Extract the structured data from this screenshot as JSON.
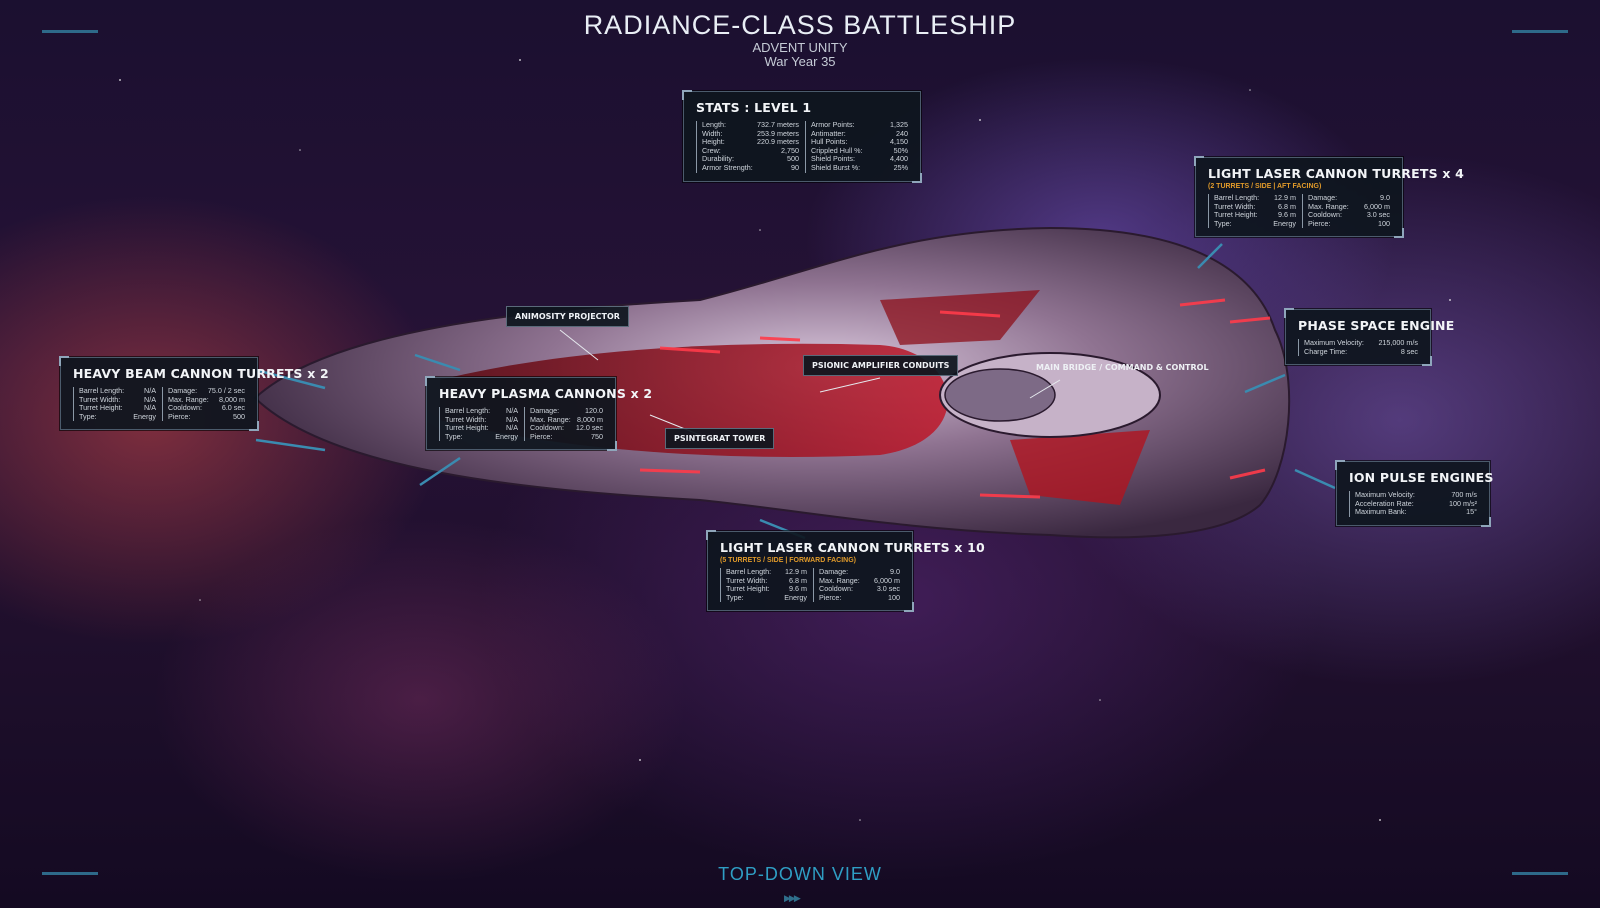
{
  "header": {
    "title": "RADIANCE-CLASS BATTLESHIP",
    "faction": "ADVENT UNITY",
    "era": "War Year 35"
  },
  "stats_panel": {
    "title": "STATS : LEVEL 1",
    "left": [
      {
        "label": "Length:",
        "value": "732.7 meters"
      },
      {
        "label": "Width:",
        "value": "253.9 meters"
      },
      {
        "label": "Height:",
        "value": "220.9 meters"
      },
      {
        "label": "Crew:",
        "value": "2,750"
      },
      {
        "label": "Durability:",
        "value": "500"
      },
      {
        "label": "Armor Strength:",
        "value": "90"
      }
    ],
    "right": [
      {
        "label": "Armor Points:",
        "value": "1,325"
      },
      {
        "label": "Antimatter:",
        "value": "240"
      },
      {
        "label": "Hull Points:",
        "value": "4,150"
      },
      {
        "label": "Crippled Hull %:",
        "value": "50%"
      },
      {
        "label": "Shield Points:",
        "value": "4,400"
      },
      {
        "label": "Shield Burst %:",
        "value": "25%"
      }
    ]
  },
  "heavy_beam": {
    "title": "HEAVY BEAM CANNON TURRETS x 2",
    "left": [
      {
        "label": "Barrel Length:",
        "value": "N/A"
      },
      {
        "label": "Turret Width:",
        "value": "N/A"
      },
      {
        "label": "Turret Height:",
        "value": "N/A"
      },
      {
        "label": "Type:",
        "value": "Energy"
      }
    ],
    "right": [
      {
        "label": "Damage:",
        "value": "75.0 / 2 sec"
      },
      {
        "label": "Max. Range:",
        "value": "8,000 m"
      },
      {
        "label": "Cooldown:",
        "value": "6.0 sec"
      },
      {
        "label": "Pierce:",
        "value": "500"
      }
    ]
  },
  "heavy_plasma": {
    "title": "HEAVY PLASMA CANNONS x 2",
    "left": [
      {
        "label": "Barrel Length:",
        "value": "N/A"
      },
      {
        "label": "Turret Width:",
        "value": "N/A"
      },
      {
        "label": "Turret Height:",
        "value": "N/A"
      },
      {
        "label": "Type:",
        "value": "Energy"
      }
    ],
    "right": [
      {
        "label": "Damage:",
        "value": "120.0"
      },
      {
        "label": "Max. Range:",
        "value": "8,000 m"
      },
      {
        "label": "Cooldown:",
        "value": "12.0 sec"
      },
      {
        "label": "Pierce:",
        "value": "750"
      }
    ]
  },
  "light_laser_aft": {
    "title": "LIGHT LASER CANNON TURRETS x 4",
    "note": "(2 TURRETS / SIDE | AFT FACING)",
    "left": [
      {
        "label": "Barrel Length:",
        "value": "12.9 m"
      },
      {
        "label": "Turret Width:",
        "value": "6.8 m"
      },
      {
        "label": "Turret Height:",
        "value": "9.6 m"
      },
      {
        "label": "Type:",
        "value": "Energy"
      }
    ],
    "right": [
      {
        "label": "Damage:",
        "value": "9.0"
      },
      {
        "label": "Max. Range:",
        "value": "6,000 m"
      },
      {
        "label": "Cooldown:",
        "value": "3.0 sec"
      },
      {
        "label": "Pierce:",
        "value": "100"
      }
    ]
  },
  "light_laser_fwd": {
    "title": "LIGHT LASER CANNON TURRETS x 10",
    "note": "(5 TURRETS / SIDE | FORWARD FACING)",
    "left": [
      {
        "label": "Barrel Length:",
        "value": "12.9 m"
      },
      {
        "label": "Turret Width:",
        "value": "6.8 m"
      },
      {
        "label": "Turret Height:",
        "value": "9.6 m"
      },
      {
        "label": "Type:",
        "value": "Energy"
      }
    ],
    "right": [
      {
        "label": "Damage:",
        "value": "9.0"
      },
      {
        "label": "Max. Range:",
        "value": "6,000 m"
      },
      {
        "label": "Cooldown:",
        "value": "3.0 sec"
      },
      {
        "label": "Pierce:",
        "value": "100"
      }
    ]
  },
  "phase_engine": {
    "title": "PHASE SPACE ENGINE",
    "rows": [
      {
        "label": "Maximum Velocity:",
        "value": "215,000 m/s"
      },
      {
        "label": "Charge Time:",
        "value": "8 sec"
      }
    ]
  },
  "ion_engines": {
    "title": "ION PULSE ENGINES",
    "rows": [
      {
        "label": "Maximum Velocity:",
        "value": "700 m/s"
      },
      {
        "label": "Acceleration Rate:",
        "value": "100 m/s²"
      },
      {
        "label": "Maximum Bank:",
        "value": "15°"
      }
    ]
  },
  "tags": {
    "animosity": "ANIMOSITY PROJECTOR",
    "psionic": "PSIONIC AMPLIFIER CONDUITS",
    "bridge": "MAIN BRIDGE / COMMAND & CONTROL",
    "psintegrat": "PSINTEGRAT TOWER"
  },
  "footer": {
    "view_label": "TOP-DOWN VIEW",
    "chevrons": "▶▶▶"
  },
  "colors": {
    "accent": "#2f9ec4",
    "note": "#e09a2a",
    "hull_glow": "#ff3b4a"
  }
}
